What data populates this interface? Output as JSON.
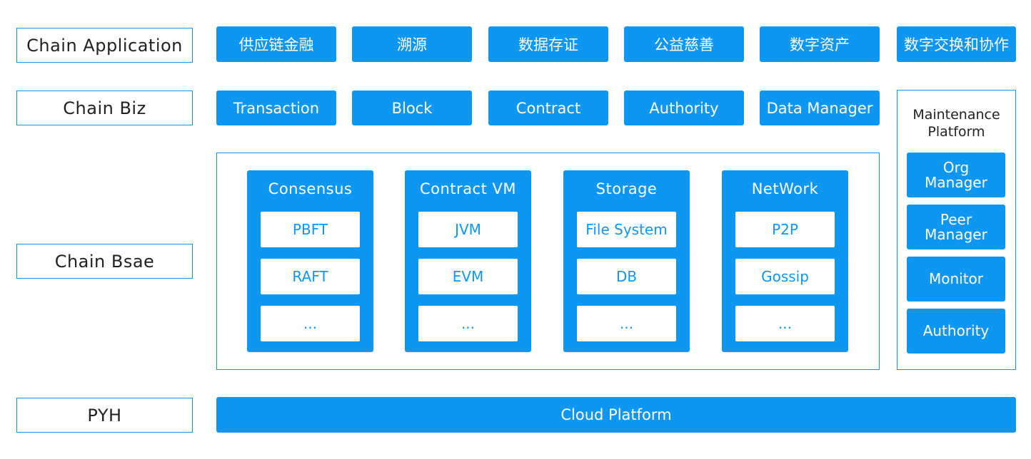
{
  "layers": {
    "application": "Chain Application",
    "biz": "Chain Biz",
    "base": "Chain Bsae",
    "pyh": "PYH"
  },
  "applications": [
    "供应链金融",
    "溯源",
    "数据存证",
    "公益慈善",
    "数字资产",
    "数字交换和协作"
  ],
  "biz_modules": [
    "Transaction",
    "Block",
    "Contract",
    "Authority",
    "Data Manager"
  ],
  "base_columns": [
    {
      "title": "Consensus",
      "items": [
        "PBFT",
        "RAFT",
        "..."
      ]
    },
    {
      "title": "Contract VM",
      "items": [
        "JVM",
        "EVM",
        "..."
      ]
    },
    {
      "title": "Storage",
      "items": [
        "File System",
        "DB",
        "..."
      ]
    },
    {
      "title": "NetWork",
      "items": [
        "P2P",
        "Gossip",
        "..."
      ]
    }
  ],
  "maintenance": {
    "title_line1": "Maintenance",
    "title_line2": "Platform",
    "buttons": [
      {
        "line1": "Org",
        "line2": "Manager"
      },
      {
        "line1": "Peer",
        "line2": "Manager"
      },
      {
        "line1": "Monitor",
        "line2": ""
      },
      {
        "line1": "Authority",
        "line2": ""
      }
    ]
  },
  "cloud_platform": "Cloud Platform",
  "colors": {
    "primary": "#0d96f2",
    "border": "#1a8fe6",
    "text": "#222222"
  }
}
